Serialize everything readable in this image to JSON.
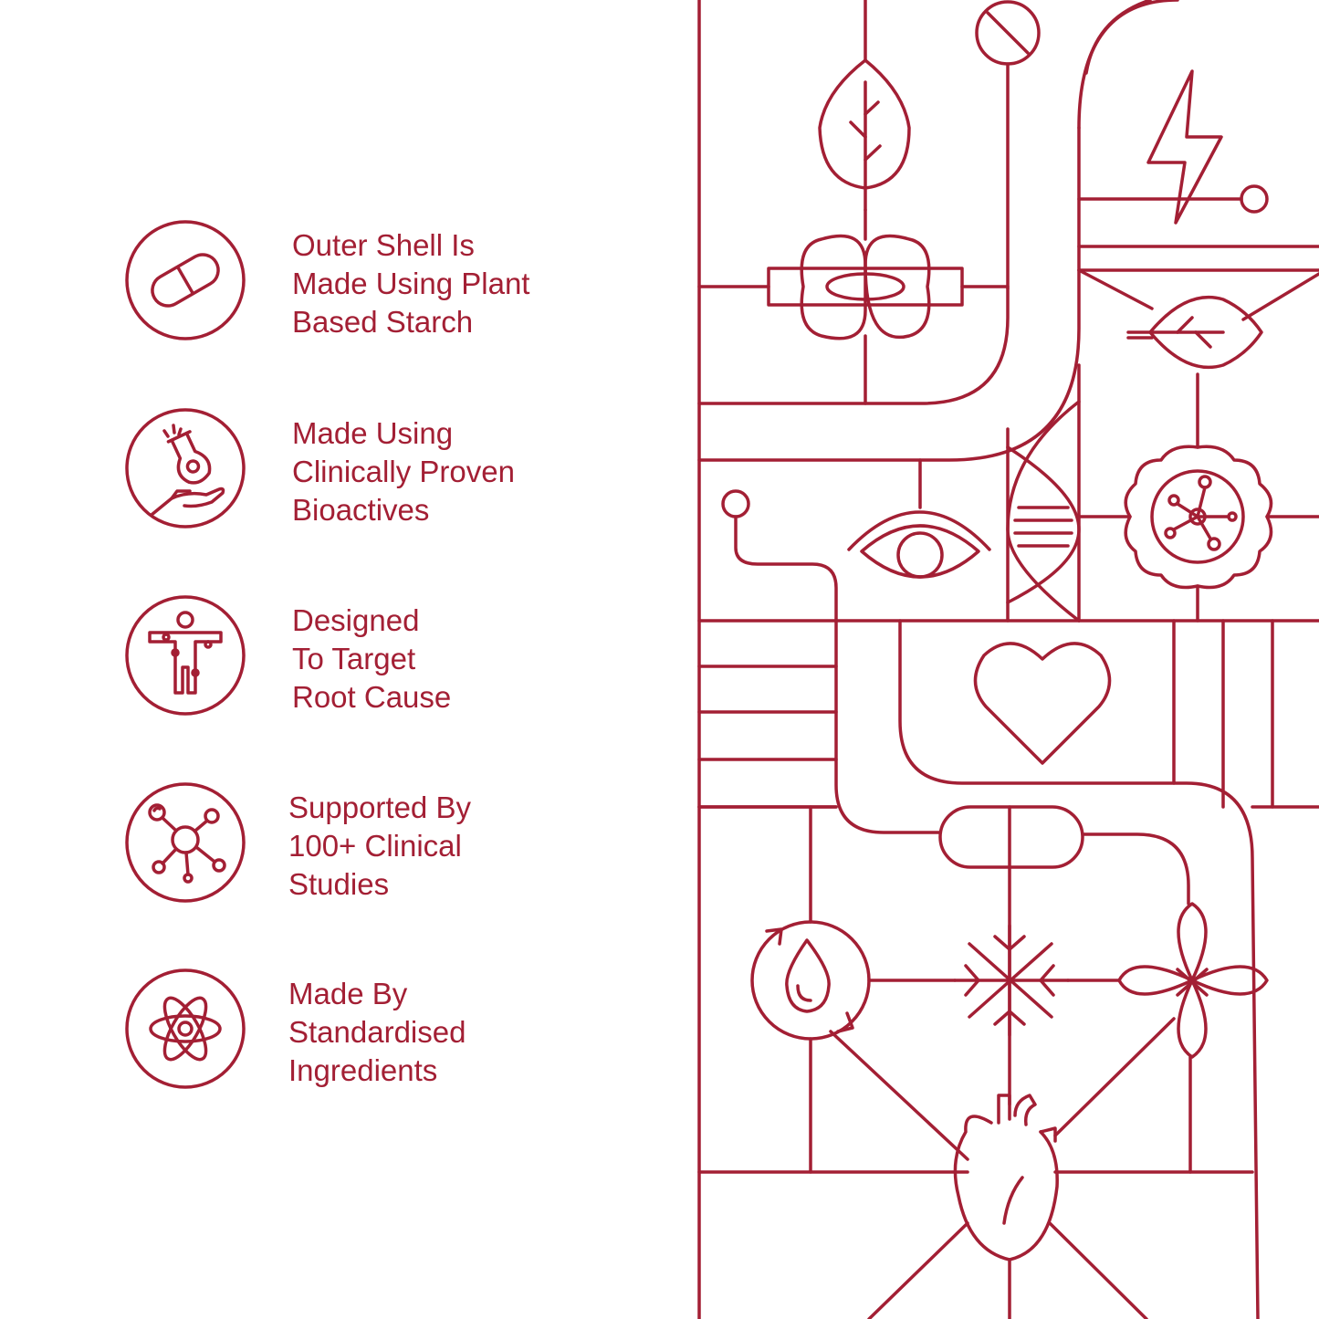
{
  "theme": {
    "accent": "#a31f34",
    "background": "#ffffff"
  },
  "features": [
    {
      "icon": "capsule-icon",
      "lines": [
        "Outer Shell Is",
        "Made Using Plant",
        "Based Starch"
      ]
    },
    {
      "icon": "lab-flask-hand-icon",
      "lines": [
        "Made Using",
        "Clinically Proven",
        "Bioactives"
      ]
    },
    {
      "icon": "body-target-icon",
      "lines": [
        "Designed",
        "To Target",
        "Root Cause"
      ]
    },
    {
      "icon": "molecule-icon",
      "lines": [
        "Supported By",
        "100+ Clinical",
        "Studies"
      ]
    },
    {
      "icon": "atom-icon",
      "lines": [
        "Made By",
        "Standardised",
        "Ingredients"
      ]
    }
  ],
  "art_icons": [
    "leaf-icon",
    "no-sign-icon",
    "lightning-icon",
    "kidney-icon",
    "leaf-horizontal-icon",
    "eye-icon",
    "dna-icon",
    "flower-molecule-icon",
    "heart-icon",
    "capsule-icon",
    "water-cycle-icon",
    "snowflake-icon",
    "flower-icon",
    "anatomical-heart-icon"
  ]
}
